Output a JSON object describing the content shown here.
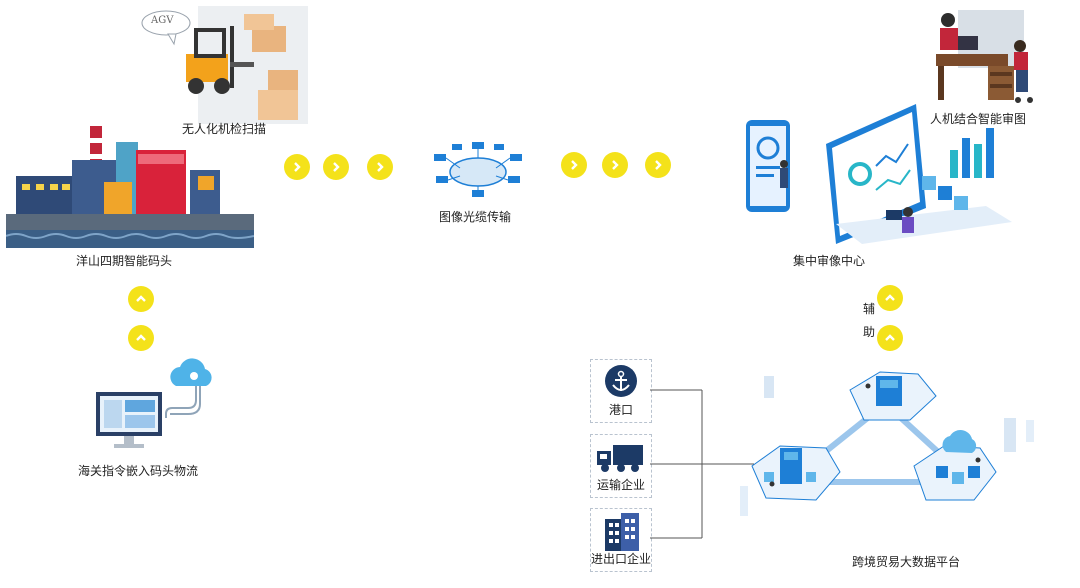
{
  "nodes": {
    "agv_scan": "无人化机检扫描",
    "agv_bubble": "AGV",
    "port": "洋山四期智能码头",
    "fiber": "图像光缆传输",
    "center": "集中审像中心",
    "human_ai": "人机结合智能审图",
    "customs": "海关指令嵌入码头物流",
    "assist_1": "辅",
    "assist_2": "助",
    "harbor": "港口",
    "transport": "运输企业",
    "import_export": "进出口企业",
    "big_data": "跨境贸易大数据平台"
  },
  "colors": {
    "accent_yellow": "#f4e21a",
    "primary_blue": "#1e7fd6",
    "dark_navy": "#1c3a66"
  }
}
